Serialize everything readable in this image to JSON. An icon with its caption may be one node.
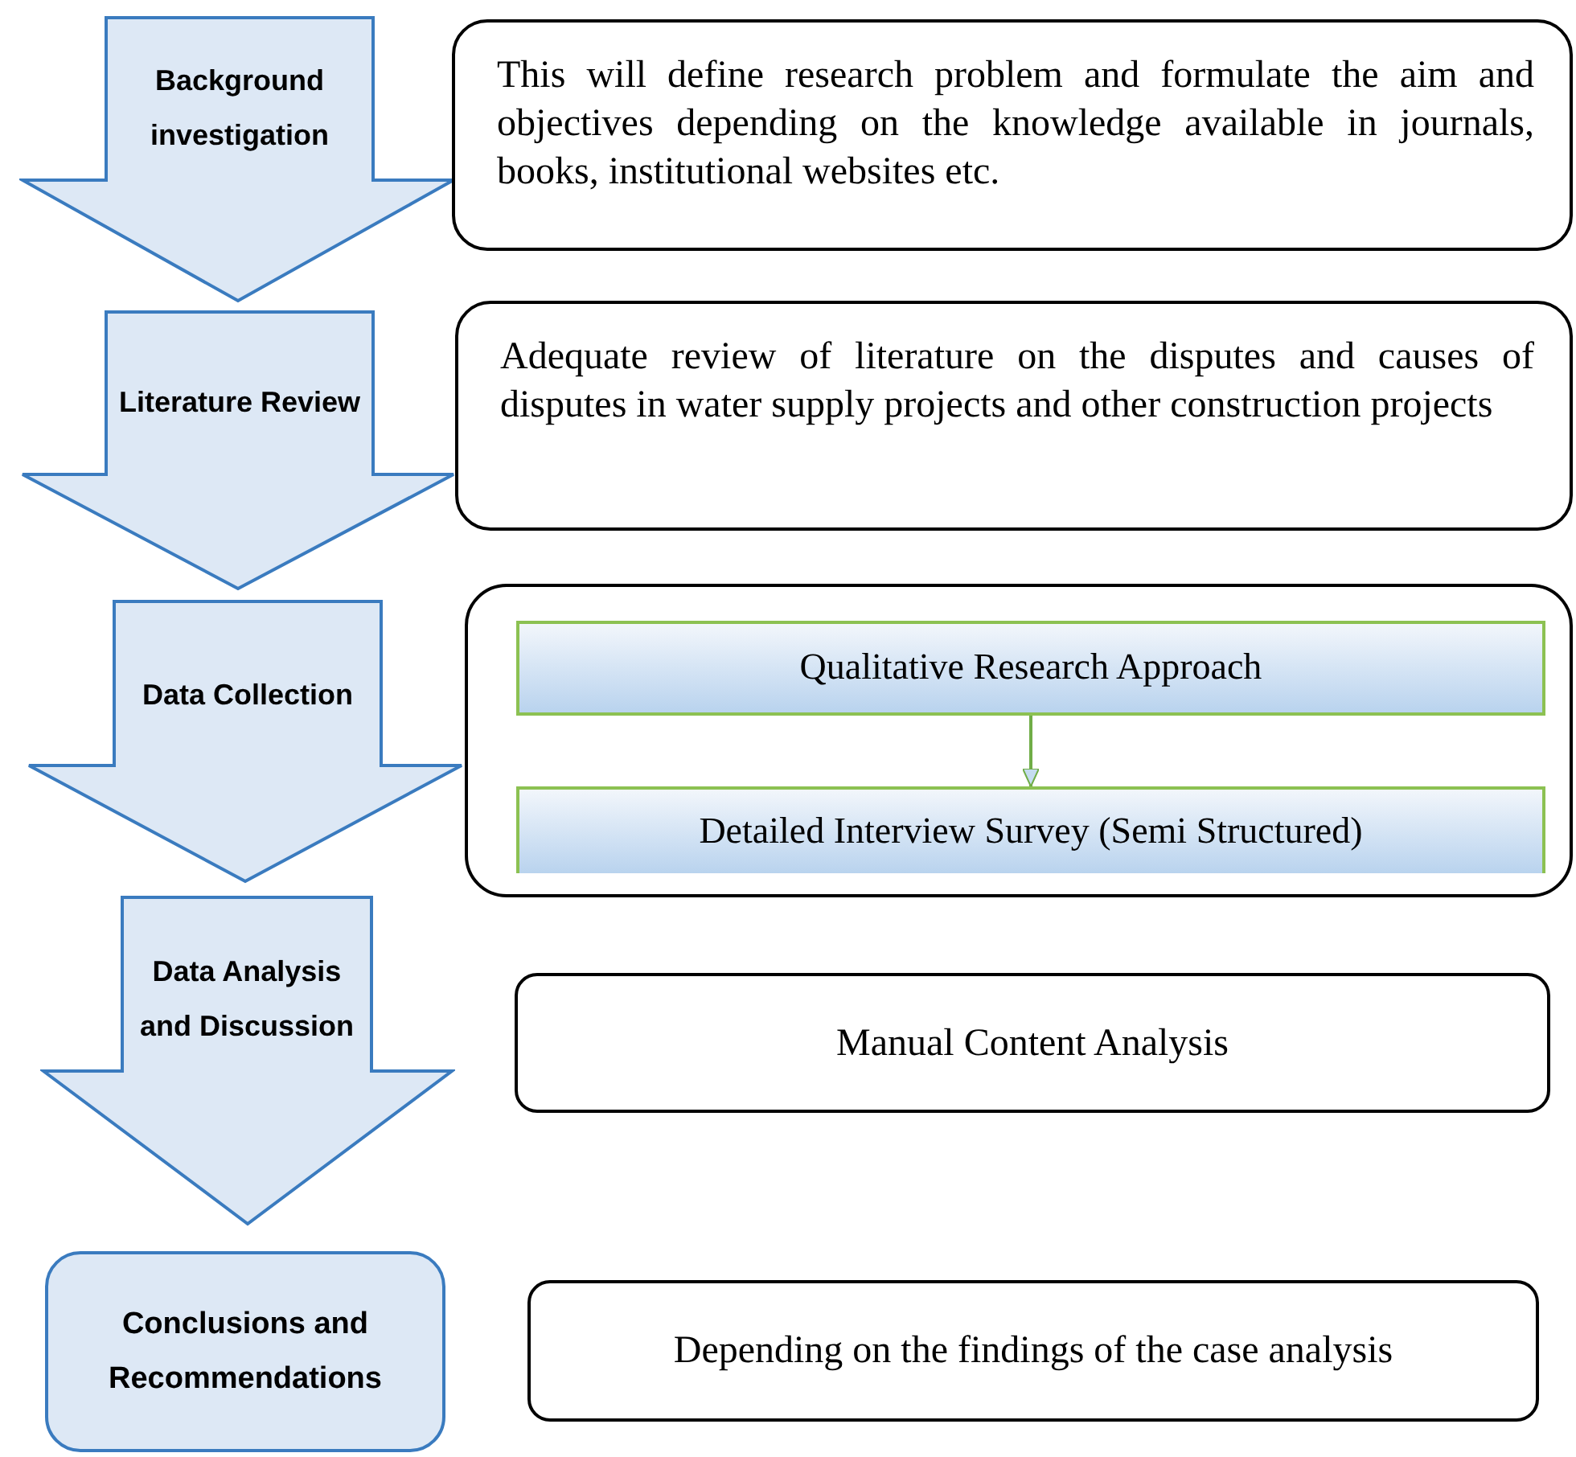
{
  "diagram": {
    "nodes": [
      {
        "text": [
          "Background investigation"
        ]
      },
      {
        "text": [
          "This will define research problem and formulate the aim and objectives depending on the knowledge available in journals, books, institutional websites etc."
        ]
      },
      {
        "text": [
          "Literature Review"
        ]
      },
      {
        "text": [
          "Adequate review of literature on the disputes and causes of disputes in water supply projects and other construction projects"
        ]
      },
      {
        "text": [
          "Data Collection"
        ]
      },
      {
        "text": [],
        "shape": "box"
      },
      {
        "text": [
          "Qualitative Research Approach"
        ],
        "in": 5
      },
      {
        "text": [
          "Detailed Interview Survey (Semi Structured)"
        ],
        "in": 5
      },
      {
        "text": [
          "Data Analysis and Discussion"
        ]
      },
      {
        "text": [
          "Manual Content Analysis"
        ]
      },
      {
        "text": [
          "Conclusions and Recommendations"
        ]
      },
      {
        "text": [
          "Depending on the findings of the case analysis"
        ]
      }
    ],
    "edges": [
      {
        "from": 6,
        "to": 7,
        "arrow": "to"
      }
    ]
  }
}
